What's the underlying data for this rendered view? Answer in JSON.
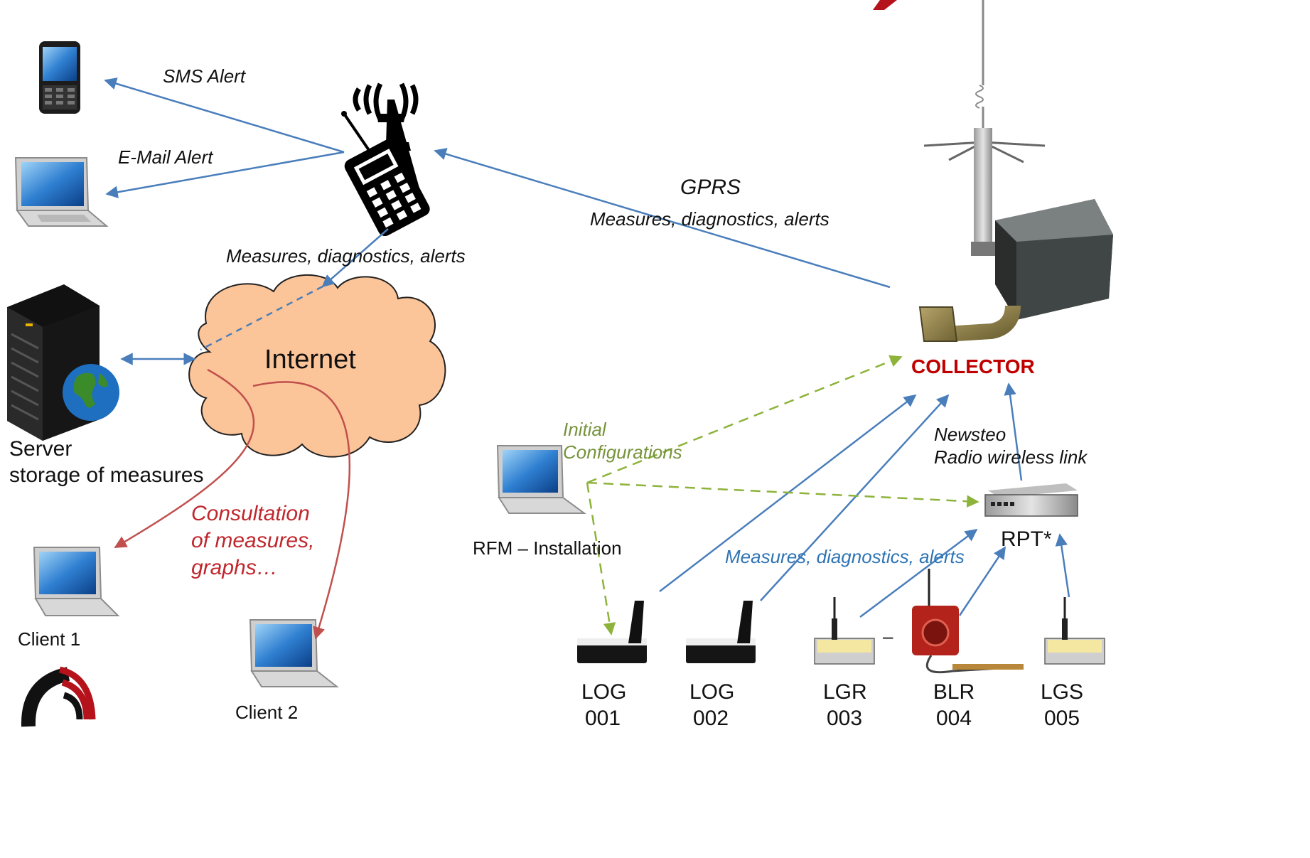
{
  "labels": {
    "sms_alert": "SMS Alert",
    "email_alert": "E-Mail Alert",
    "gprs": "GPRS",
    "gprs_sub": "Measures, diagnostics, alerts",
    "internet_flow": "Measures, diagnostics, alerts",
    "internet": "Internet",
    "server_line1": "Server",
    "server_line2": "storage of measures",
    "consult_1": "Consultation",
    "consult_2": "of measures,",
    "consult_3": "graphs…",
    "client1": "Client 1",
    "client2": "Client 2",
    "initial_1": "Initial",
    "initial_2": "Configurations",
    "rfm": "RFM – Installation",
    "collector": "COLLECTOR",
    "newsteo_1": "Newsteo",
    "newsteo_2": "Radio wireless link",
    "rpt": "RPT*",
    "sensor_flow": "Measures, diagnostics, alerts",
    "dash": "–"
  },
  "devices": [
    {
      "name": "LOG",
      "id": "001"
    },
    {
      "name": "LOG",
      "id": "002"
    },
    {
      "name": "LGR",
      "id": "003"
    },
    {
      "name": "BLR",
      "id": "004"
    },
    {
      "name": "LGS",
      "id": "005"
    }
  ],
  "colors": {
    "blue_arrow": "#4a7ebb",
    "green_arrow": "#8db33a",
    "red_arrow": "#c0504d",
    "cloud_fill": "#fcc499",
    "collector_text": "#c00000",
    "brand_red": "#b5121b"
  }
}
